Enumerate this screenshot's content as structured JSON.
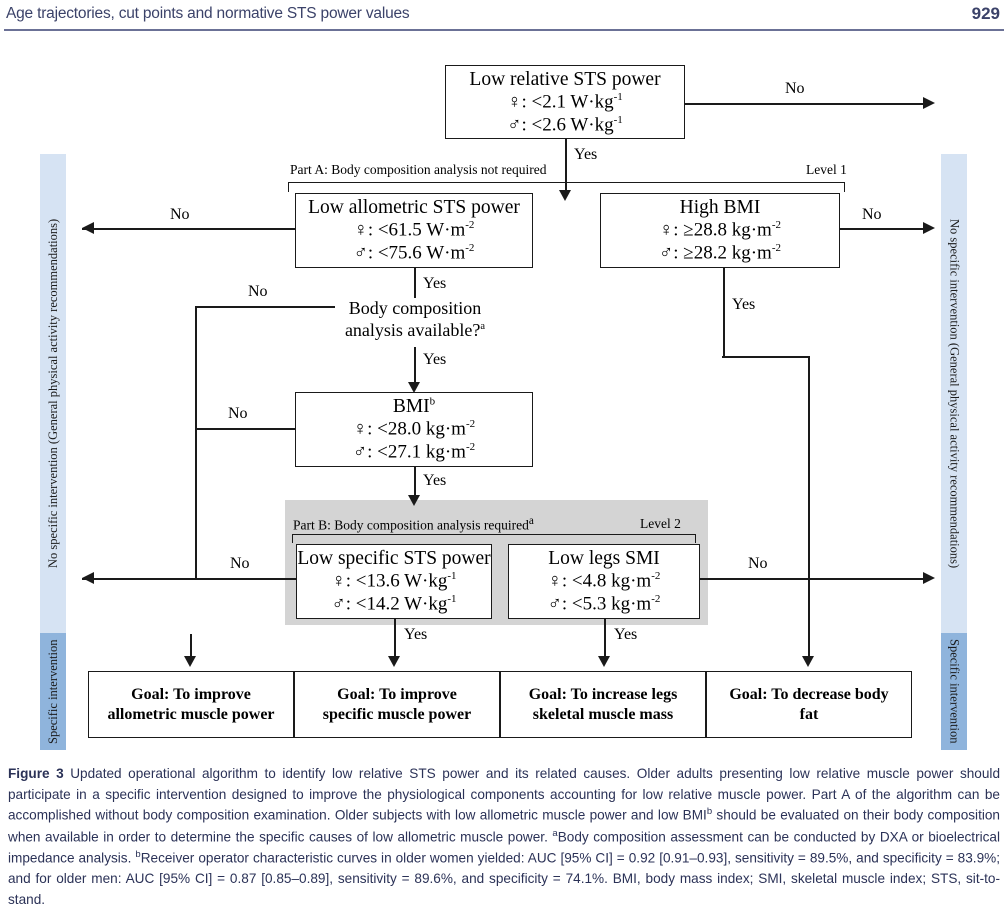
{
  "runhead": {
    "title": "Age trajectories, cut points and normative STS power values",
    "page": "929"
  },
  "sidebars": {
    "left_top_label": "No specific intervention (General physical activity recommendations)",
    "left_bottom_label": "Specific intervention",
    "right_top_label": "No specific intervention (General physical activity recommendations)",
    "right_bottom_label": "Specific intervention",
    "color_light": "#d6e3f3",
    "color_dark": "#8fb4dc"
  },
  "sections": {
    "partA_label": "Part A: Body composition analysis not required",
    "partA_level": "Level 1",
    "partB_label_main": "Part B: Body composition analysis required",
    "partB_label_sup": "a",
    "partB_level": "Level 2",
    "panel_color": "#d4d4d4"
  },
  "nodes": {
    "relative_power": {
      "title": "Low relative STS power",
      "female": "♀: <2.1 W·kg",
      "female_sup": "-1",
      "male": "♂: <2.6 W·kg",
      "male_sup": "-1"
    },
    "allometric_power": {
      "title": "Low allometric STS power",
      "female": "♀: <61.5 W·m",
      "female_sup": "-2",
      "male": "♂: <75.6 W·m",
      "male_sup": "-2"
    },
    "high_bmi": {
      "title": "High BMI",
      "female": "♀: ≥28.8 kg·m",
      "female_sup": "-2",
      "male": "♂: ≥28.2 kg·m",
      "male_sup": "-2"
    },
    "body_comp_question": {
      "line1": "Body composition",
      "line2": "analysis available?",
      "line2_sup": "a"
    },
    "bmi": {
      "title": "BMI",
      "title_sup": "b",
      "female": "♀: <28.0 kg·m",
      "female_sup": "-2",
      "male": "♂: <27.1 kg·m",
      "male_sup": "-2"
    },
    "specific_power": {
      "title": "Low specific STS power",
      "female": "♀: <13.6 W·kg",
      "female_sup": "-1",
      "male": "♂: <14.2 W·kg",
      "male_sup": "-1"
    },
    "legs_smi": {
      "title": "Low legs SMI",
      "female": "♀: <4.8 kg·m",
      "female_sup": "-2",
      "male": "♂: <5.3 kg·m",
      "male_sup": "-2"
    }
  },
  "goals": [
    {
      "line1": "Goal: To improve",
      "line2": "allometric muscle power"
    },
    {
      "line1": "Goal: To improve",
      "line2": "specific muscle power"
    },
    {
      "line1": "Goal: To increase legs",
      "line2": "skeletal muscle mass"
    },
    {
      "line1": "Goal: To decrease body",
      "line2": "fat"
    }
  ],
  "edges": {
    "relative_no": "No",
    "relative_yes": "Yes",
    "allometric_no": "No",
    "allometric_yes": "Yes",
    "highbmi_no": "No",
    "highbmi_yes": "Yes",
    "bodycomp_no": "No",
    "bodycomp_yes": "Yes",
    "bmi_no": "No",
    "bmi_yes": "Yes",
    "specific_no": "No",
    "specific_yes": "Yes",
    "smi_no": "No",
    "smi_yes": "Yes"
  },
  "caption": {
    "label": "Figure 3",
    "p1": "  Updated operational algorithm to identify low relative STS power and its related causes. Older adults presenting low relative muscle power should participate in a specific intervention designed to improve the physiological components accounting for low relative muscle power. Part A of the algorithm can be accomplished without body composition examination. Older subjects with low allometric muscle power and low BMI",
    "sup1": "b",
    "p2": " should be evaluated on their body composition when available in order to determine the specific causes of low allometric muscle power. ",
    "sup2": "a",
    "p3": "Body composition assessment can be conducted by DXA or bioelectrical impedance analysis. ",
    "sup3": "b",
    "p4": "Receiver operator characteristic curves in older women yielded: AUC [95% CI] = 0.92 [0.91–0.93], sensitivity = 89.5%, and specificity = 83.9%; and for older men: AUC [95% CI] = 0.87 [0.85–0.89], sensitivity = 89.6%, and specificity = 74.1%. BMI, body mass index; SMI, skeletal muscle index; STS, sit-to-stand."
  }
}
